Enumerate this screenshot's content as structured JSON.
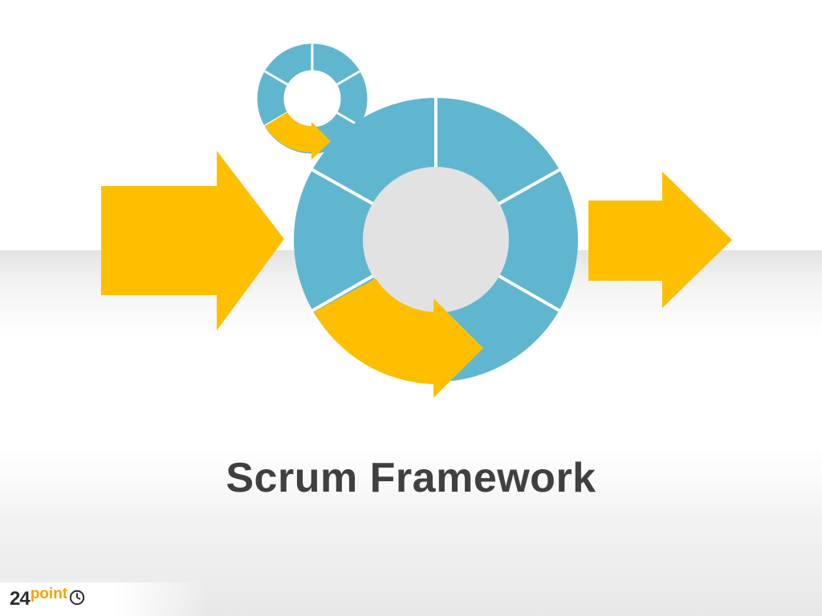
{
  "slide": {
    "title": "Scrum Framework"
  },
  "logo": {
    "number": "24",
    "word": "point",
    "icon": "clock-icon"
  },
  "colors": {
    "teal": "#61b6cf",
    "amber": "#fdbf00",
    "center": "#e2e2e2",
    "title_text": "#404040"
  },
  "diagram": {
    "large_ring_segments": 6,
    "small_ring_segments": 6
  }
}
